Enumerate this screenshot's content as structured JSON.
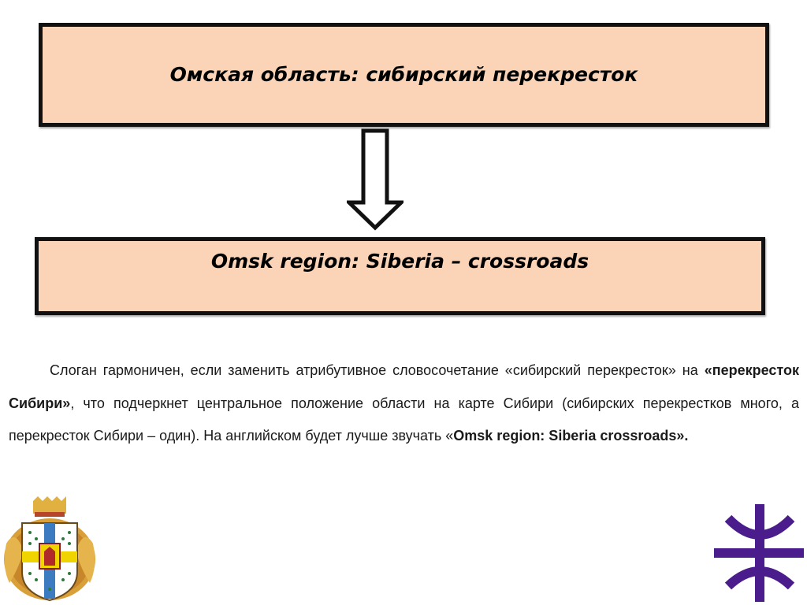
{
  "slide": {
    "title_ru": "Омская область: сибирский перекресток",
    "title_en": "Omsk region: Siberia – crossroads",
    "paragraph": {
      "part1": "Слоган гармоничен, если заменить атрибутивное словосочетание «сибирский перекресток» на ",
      "bold1": "«перекресток Сибири»",
      "part2": ", что подчеркнет центральное положение области на карте Сибири (сибирских перекрестков много, а перекресток Сибири – один). На английском будет лучше звучать «",
      "bold2": "Omsk region: Siberia crossroads",
      "part3": "»."
    }
  },
  "icons": {
    "arrow": "down-arrow-icon",
    "coat_of_arms": "omsk-coat-of-arms-icon",
    "logo": "purple-crossroads-logo-icon"
  },
  "colors": {
    "box_fill": "#fbd3b7",
    "box_border": "#111111",
    "logo_purple": "#4b1d8c"
  }
}
